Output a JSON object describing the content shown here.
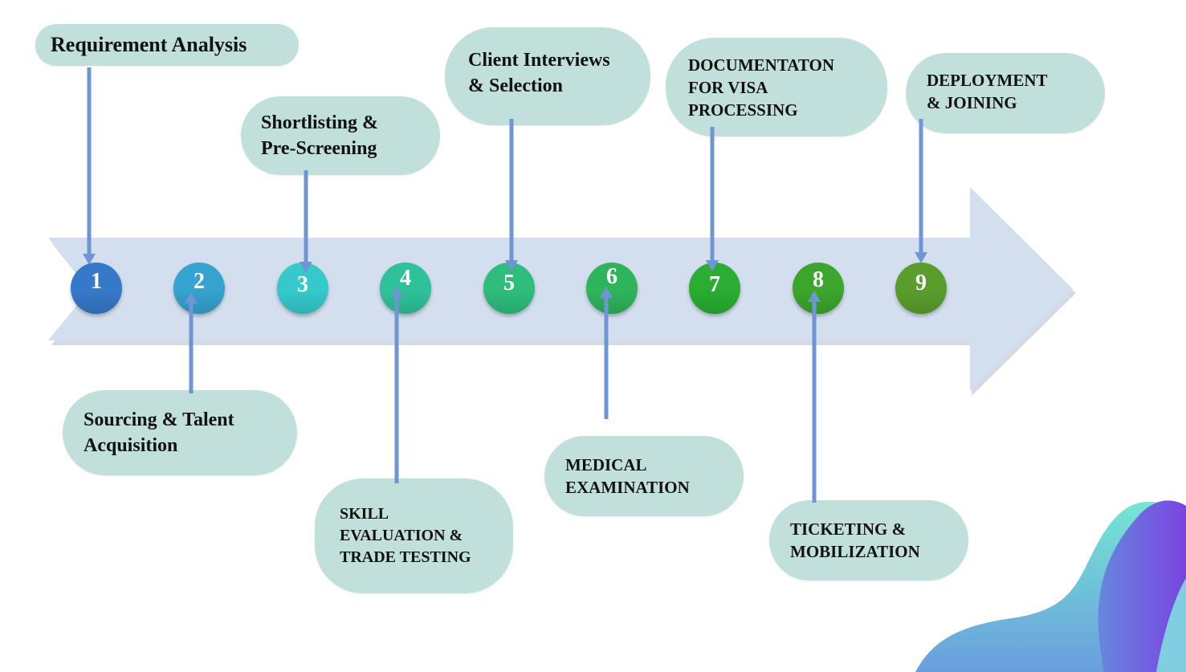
{
  "diagram": {
    "type": "process-timeline",
    "steps": [
      {
        "number": "1",
        "label": "Requirement Analysis",
        "position": "above",
        "color": "#3579c8"
      },
      {
        "number": "2",
        "label": "Sourcing & Talent\nAcquisition",
        "position": "below",
        "color": "#35a2cf"
      },
      {
        "number": "3",
        "label": "Shortlisting &\nPre-Screening",
        "position": "above",
        "color": "#35c9cc"
      },
      {
        "number": "4",
        "label": "SKILL\nEVALUATION &\nTRADE TESTING",
        "position": "below",
        "color": "#2fc29a"
      },
      {
        "number": "5",
        "label": "Client Interviews\n& Selection",
        "position": "above",
        "color": "#2fbd7c"
      },
      {
        "number": "6",
        "label": "MEDICAL\nEXAMINATION",
        "position": "below",
        "color": "#2eb55a"
      },
      {
        "number": "7",
        "label": "DOCUMENTATON\nFOR VISA\nPROCESSING",
        "position": "above",
        "color": "#2aad31"
      },
      {
        "number": "8",
        "label": "TICKETING &\nMOBILIZATION",
        "position": "below",
        "color": "#3ca52c"
      },
      {
        "number": "9",
        "label": "DEPLOYMENT\n& JOINING",
        "position": "above",
        "color": "#5a9d2c"
      }
    ]
  },
  "colors": {
    "arrow_band": "#d3deef",
    "pill_fill": "#c2e0db",
    "connector": "#6f95d2",
    "text": "#111111",
    "node_text": "#ffffff"
  }
}
